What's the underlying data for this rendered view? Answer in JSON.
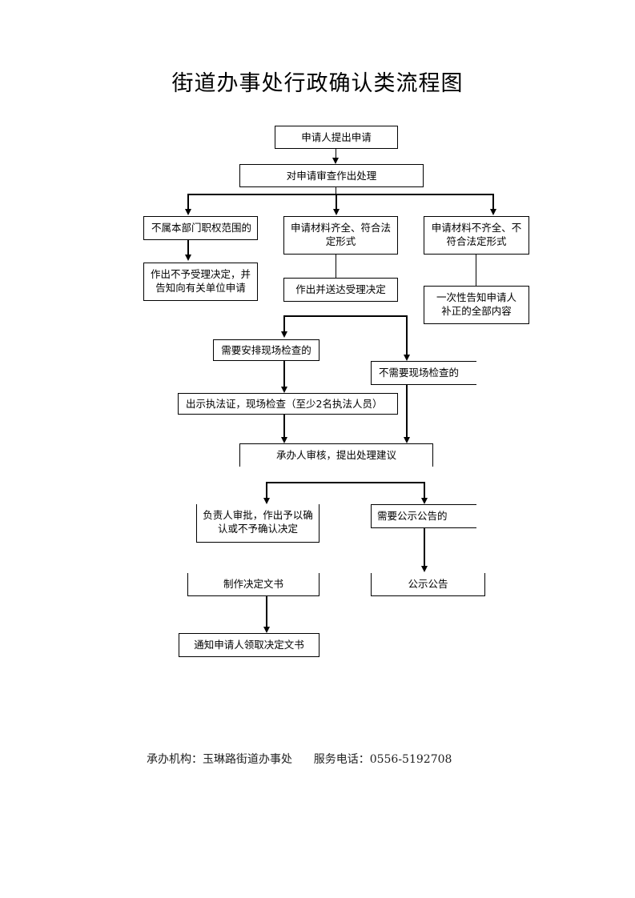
{
  "title": "街道办事处行政确认类流程图",
  "nodes": {
    "apply": "申请人提出申请",
    "review": "对申请审查作出处理",
    "outside_scope": "不属本部门职权范围的",
    "complete": "申请材料齐全、符合法定形式",
    "incomplete": "申请材料不齐全、不符合法定形式",
    "reject_notify": "作出不予受理决定，并告知向有关单位申请",
    "accept_decision": "作出并送达受理决定",
    "one_time_notify": "一次性告知申请人补正的全部内容",
    "need_inspection": "需要安排现场检查的",
    "no_inspection": "不需要现场检查的",
    "show_credentials": "出示执法证，现场检查（至少2名执法人员）",
    "handler_review": "承办人审核，提出处理建议",
    "leader_approve": "负责人审批，作出予以确认或不予确认决定",
    "need_publicity": "需要公示公告的",
    "make_decision_doc": "制作决定文书",
    "publicity": "公示公告",
    "notify_collect": "通知申请人领取决定文书"
  },
  "footer": {
    "organizer_label": "承办机构：玉琳路街道办事处",
    "phone_label": "服务电话：0556-5192708"
  }
}
